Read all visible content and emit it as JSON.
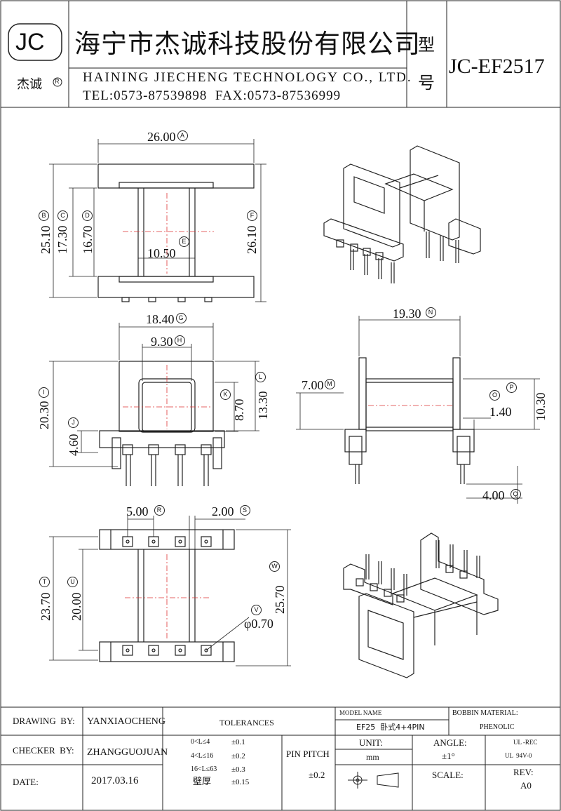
{
  "header": {
    "logo_text": "JC",
    "logo_sub": "杰诚",
    "registered": "R",
    "company_cn": "海宁市杰诚科技股份有限公司",
    "company_en": "HAINING JIECHENG TECHNOLOGY CO., LTD.",
    "contact": "TEL:0573-87539898  FAX:0573-87536999",
    "model_label_1": "型",
    "model_label_2": "号",
    "model": "JC-EF2517"
  },
  "dims": {
    "A": {
      "value": "26.00",
      "tag": "A"
    },
    "B": {
      "value": "25.10",
      "tag": "B"
    },
    "C": {
      "value": "17.30",
      "tag": "C"
    },
    "D": {
      "value": "16.70",
      "tag": "D"
    },
    "E": {
      "value": "10.50",
      "tag": "E"
    },
    "F": {
      "value": "26.10",
      "tag": "F"
    },
    "G": {
      "value": "18.40",
      "tag": "G"
    },
    "H": {
      "value": "9.30",
      "tag": "H"
    },
    "I": {
      "value": "20.30",
      "tag": "I"
    },
    "J": {
      "value": "4.60",
      "tag": "J"
    },
    "K": {
      "value": "8.70",
      "tag": "K"
    },
    "L": {
      "value": "13.30",
      "tag": "L"
    },
    "M": {
      "value": "7.00",
      "tag": "M"
    },
    "N": {
      "value": "19.30",
      "tag": "N"
    },
    "O": {
      "value": "1.40",
      "tag": "O"
    },
    "P": {
      "value": "10.30",
      "tag": "P"
    },
    "Q": {
      "value": "4.00",
      "tag": "Q"
    },
    "R": {
      "value": "5.00",
      "tag": "R"
    },
    "S": {
      "value": "2.00",
      "tag": "S"
    },
    "T": {
      "value": "23.70",
      "tag": "T"
    },
    "U": {
      "value": "20.00",
      "tag": "U"
    },
    "V": {
      "value": "φ0.70",
      "tag": "V"
    },
    "W": {
      "value": "25.70",
      "tag": "W"
    }
  },
  "footer": {
    "drawing_label": "DRAWING  BY:",
    "drawing_value": "YANXIAOCHENG",
    "checker_label": "CHECKER  BY:",
    "checker_value": "ZHANGGUOJUAN",
    "date_label": "DATE:",
    "date_value": "2017.03.16",
    "tolerances_label": "TOLERANCES",
    "tol_rows": [
      {
        "range": "0<L≤4",
        "tol": "±0.1"
      },
      {
        "range": "4<L≤16",
        "tol": "±0.2"
      },
      {
        "range": "16<L≤63",
        "tol": "±0.3"
      },
      {
        "range": "壁厚",
        "tol": "±0.15"
      }
    ],
    "pin_pitch_label": "PIN PITCH",
    "pin_pitch_value": "±0.2",
    "model_name_label": "MODEL NAME",
    "model_name_value": "EF25  卧式4+4PIN",
    "bobbin_label": "BOBBIN MATERIAL:",
    "bobbin_value": "PHENOLIC",
    "unit_label": "UNIT:",
    "unit_value": "mm",
    "angle_label": "ANGLE:",
    "angle_value": "±1°",
    "ul_1": "UL -REC",
    "ul_2": "UL  94V-0",
    "scale_label": "SCALE:",
    "rev_label": "REV:",
    "rev_value": "A0"
  }
}
